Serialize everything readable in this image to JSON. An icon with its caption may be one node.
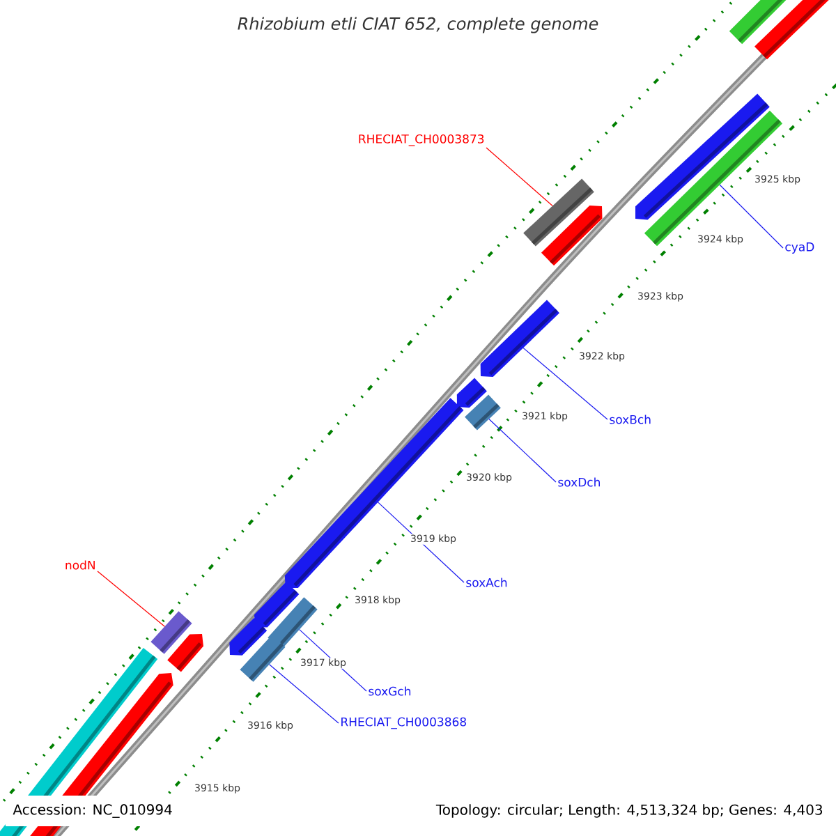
{
  "diagram": {
    "title": "Rhizobium etli CIAT 652, complete genome",
    "nodes": [
      {
        "text": [
          "RHECIAT_CH0003873"
        ]
      },
      {
        "text": [],
        "shape": "bar"
      },
      {
        "text": [
          "cyaD"
        ]
      },
      {
        "text": [],
        "shape": "bar"
      },
      {
        "text": [
          "soxBch"
        ]
      },
      {
        "text": [],
        "shape": "bar"
      },
      {
        "text": [
          "soxDch"
        ]
      },
      {
        "text": [],
        "shape": "bar"
      },
      {
        "text": [
          "soxAch"
        ]
      },
      {
        "text": [],
        "shape": "bar"
      },
      {
        "text": [
          "nodN"
        ]
      },
      {
        "text": [],
        "shape": "bar"
      },
      {
        "text": [
          "soxGch"
        ]
      },
      {
        "text": [],
        "shape": "bar"
      },
      {
        "text": [
          "RHECIAT_CH0003868"
        ]
      },
      {
        "text": [],
        "shape": "bar"
      }
    ],
    "edges": [
      {
        "from": 0,
        "to": 1,
        "arrow": "none",
        "color": "#ff0000"
      },
      {
        "from": 2,
        "to": 3,
        "arrow": "none"
      },
      {
        "from": 4,
        "to": 5,
        "arrow": "none"
      },
      {
        "from": 6,
        "to": 7,
        "arrow": "none"
      },
      {
        "from": 8,
        "to": 9,
        "arrow": "none"
      },
      {
        "from": 10,
        "to": 11,
        "arrow": "none",
        "color": "#ff0000"
      },
      {
        "from": 12,
        "to": 13,
        "arrow": "none"
      },
      {
        "from": 14,
        "to": 15,
        "arrow": "none"
      }
    ],
    "labels": [
      "3925 kbp",
      "3924 kbp",
      "3923 kbp",
      "3922 kbp",
      "3921 kbp",
      "3920 kbp",
      "3919 kbp",
      "3918 kbp",
      "3917 kbp",
      "3916 kbp",
      "3915 kbp",
      "Accession: NC_010994",
      "Topology: circular; Length: 4,513,324 bp; Genes: 4,403"
    ]
  }
}
